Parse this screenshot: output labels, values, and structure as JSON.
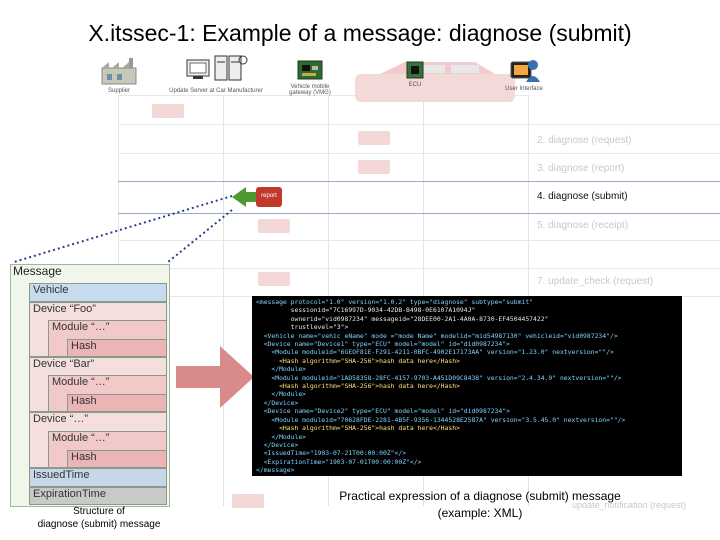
{
  "title": "X.itssec-1: Example of a message: diagnose (submit)",
  "actors": [
    {
      "label": "Supplier"
    },
    {
      "label": "Update Server at Car Manufacturer"
    },
    {
      "label": "Vehicle mobile gateway (VMG)"
    },
    {
      "label": "ECU"
    },
    {
      "label": "User Interface"
    }
  ],
  "steps": [
    {
      "label": "2.  diagnose (request)"
    },
    {
      "label": "3.  diagnose (report)"
    },
    {
      "label": "4.  diagnose (submit)"
    },
    {
      "label": "5.  diagnose (receipt)"
    },
    {
      "label": "7.  update_check (request)"
    },
    {
      "label": "update_notification (request)"
    }
  ],
  "arrow_label": "report",
  "structure": {
    "items": [
      {
        "label": "Message"
      },
      {
        "label": "Vehicle"
      },
      {
        "label": "Device “Foo”"
      },
      {
        "label": "Module “…”"
      },
      {
        "label": "Hash"
      },
      {
        "label": "Device “Bar”"
      },
      {
        "label": "Module “…”"
      },
      {
        "label": "Hash"
      },
      {
        "label": "Device “…”"
      },
      {
        "label": "Module “…”"
      },
      {
        "label": "Hash"
      },
      {
        "label": "IssuedTime"
      },
      {
        "label": "ExpirationTime"
      }
    ],
    "caption_line1": "Structure of",
    "caption_line2": "diagnose (submit) message"
  },
  "xml_lines": [
    "<message protocol=\"1.0\" version=\"1.0.2\" type=\"diagnose\" subtype=\"submit\"",
    "         sessionid=\"7C16997D-9034-42DB-B498-0E6107A1094J\"",
    "         ownerid=\"vid0987234\" messageid=\"28DEE00-2A1-4A0A-8730-EF4504457422\"",
    "         trustlevel=\"3\">",
    "  <Vehicle name=\"vehic eName\" mode =\"mode Name\" modelid=\"mid54987130\" vehicleid=\"vid0987234\"/>",
    "  <Device name=\"Device1\" type=\"ECU\" model=\"model\" id=\"did0987234\">",
    "    <Module moduleid=\"6GEOF81E-F291-4211-0BFC-4902E17173AA\" version=\"1.23.0\" nextversion=\"\"/>",
    "      <Hash algorithm=\"SHA-256\">hash data here</Hash>",
    "    </Module>",
    "    <Module moduleid=\"1AD58358-28FC-4157-9703-A451D09C8438\" version=\"2.4.34.0\" nextversion=\"\"/>",
    "      <Hash algorithm=\"SHA-256\">hash data here</Hash>",
    "    </Module>",
    "  </Device>",
    "  <Device name=\"Device2\" type=\"ECU\" model=\"model\" id=\"did0987234\">",
    "    <Module moduleid=\"70628FDE-2281-4B5F-9356-1344528E2587A\" version=\"3.5.45.0\" nextversion=\"\"/>",
    "      <Hash algorithm=\"SHA-256\">hash data here</Hash>",
    "    </Module>",
    "  </Device>",
    "  <IssuedTime>\"1903-07-21T00:00:00Z\"</>",
    "  <ExpirationTime>\"1903-07-01T00:00:00Z\"</>",
    "</message>"
  ],
  "xml_caption_line1": "Practical expression of a diagnose (submit) message",
  "xml_caption_line2": "(example: XML)",
  "colors": {
    "structure_bg": "#f0f7ea",
    "vehicle_box": "#c7dbef",
    "device_box": "#f5dede",
    "module_box": "#f1c9c9",
    "hash_box": "#ebb5b5",
    "issued_box": "#c6d7ea",
    "expiration_box": "#c9c9c9",
    "arrow_fill": "#d98a8a",
    "report_arrow": "#c0392b",
    "dotted_line": "#2b3e8f"
  }
}
